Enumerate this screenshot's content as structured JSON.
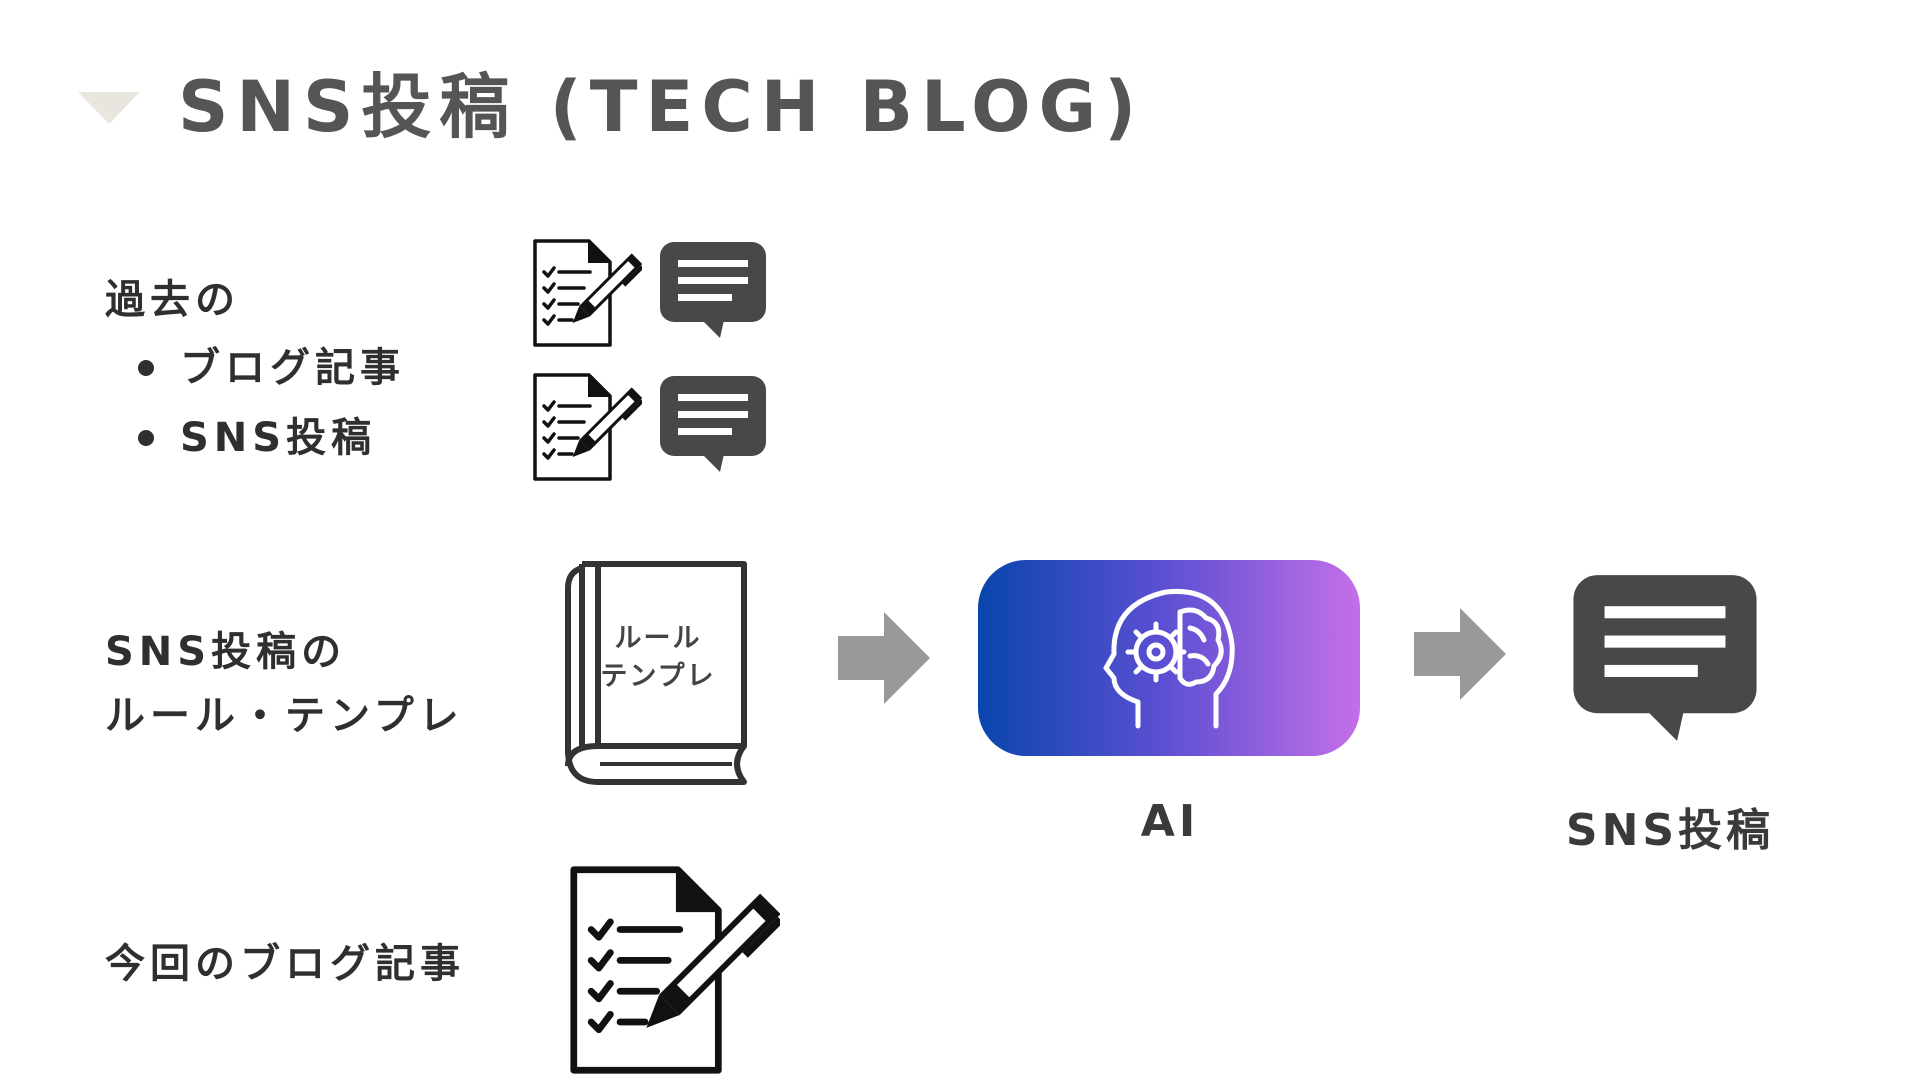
{
  "title": "SNS投稿 (TECH BLOG)",
  "past": {
    "heading": "過去の",
    "items": [
      "ブログ記事",
      "SNS投稿"
    ]
  },
  "rules": {
    "line1": "SNS投稿の",
    "line2": "ルール・テンプレ",
    "book_line1": "ルール",
    "book_line2": "テンプレ"
  },
  "current": {
    "label": "今回のブログ記事"
  },
  "ai": {
    "label": "AI"
  },
  "output": {
    "label": "SNS投稿"
  },
  "colors": {
    "icon": "#484848",
    "arrow": "#999999",
    "ai_gradient_start": "#0946ad",
    "ai_gradient_end": "#c46fe8"
  },
  "icons": [
    "document-pen-icon",
    "chat-bubble-icon",
    "book-icon",
    "arrow-right-icon",
    "ai-head-icon"
  ]
}
